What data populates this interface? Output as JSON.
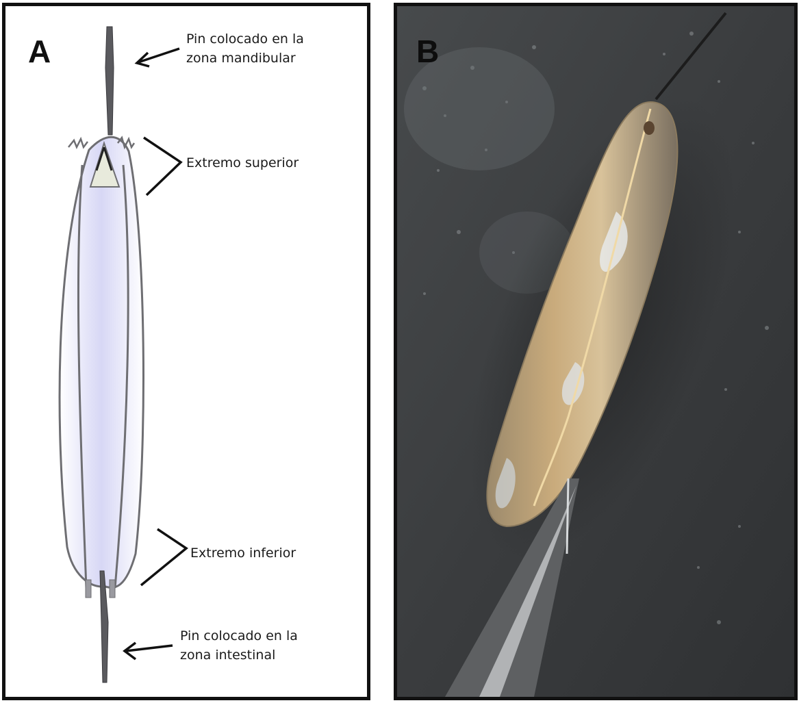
{
  "panel_a": {
    "letter": "A",
    "labels": {
      "pin_top": "Pin colocado en la\nzona mandibular",
      "upper_end": "Extremo superior",
      "lower_end": "Extremo inferior",
      "pin_bottom": "Pin colocado en la\nzona intestinal"
    }
  },
  "panel_b": {
    "letter": "B"
  },
  "colors": {
    "frame": "#111111",
    "body_fill": "#dcdcf6",
    "outline": "#6e6e72",
    "photo_background": "#3b3d3f",
    "specimen": "#c2a57a"
  }
}
